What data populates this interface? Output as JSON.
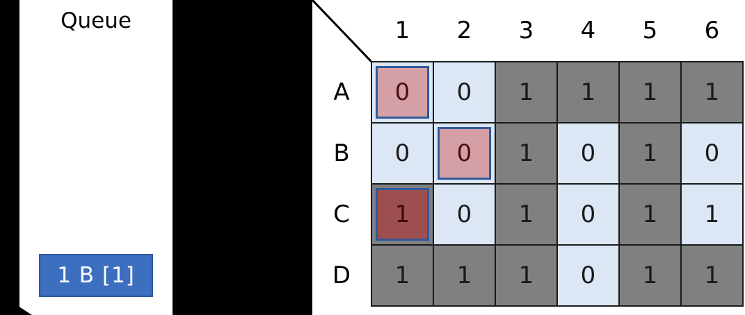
{
  "queue": {
    "title": "Queue",
    "items": [
      {
        "label": "1 B [1]"
      }
    ]
  },
  "grid": {
    "column_headers": [
      "1",
      "2",
      "3",
      "4",
      "5",
      "6"
    ],
    "row_headers": [
      "A",
      "B",
      "C",
      "D"
    ],
    "rows": [
      {
        "header": "A",
        "cells": [
          {
            "value": "0",
            "state": "zero",
            "highlight": "light"
          },
          {
            "value": "0",
            "state": "zero",
            "highlight": "none"
          },
          {
            "value": "1",
            "state": "one",
            "highlight": "none"
          },
          {
            "value": "1",
            "state": "one",
            "highlight": "none"
          },
          {
            "value": "1",
            "state": "one",
            "highlight": "none"
          },
          {
            "value": "1",
            "state": "one",
            "highlight": "none"
          }
        ]
      },
      {
        "header": "B",
        "cells": [
          {
            "value": "0",
            "state": "zero",
            "highlight": "none"
          },
          {
            "value": "0",
            "state": "zero",
            "highlight": "light"
          },
          {
            "value": "1",
            "state": "one",
            "highlight": "none"
          },
          {
            "value": "0",
            "state": "zero",
            "highlight": "none"
          },
          {
            "value": "1",
            "state": "one",
            "highlight": "none"
          },
          {
            "value": "0",
            "state": "zero",
            "highlight": "none"
          }
        ]
      },
      {
        "header": "C",
        "cells": [
          {
            "value": "1",
            "state": "one",
            "highlight": "dark"
          },
          {
            "value": "0",
            "state": "zero",
            "highlight": "none"
          },
          {
            "value": "1",
            "state": "one",
            "highlight": "none"
          },
          {
            "value": "0",
            "state": "zero",
            "highlight": "none"
          },
          {
            "value": "1",
            "state": "one",
            "highlight": "none"
          },
          {
            "value": "1",
            "state": "zero",
            "highlight": "none"
          }
        ]
      },
      {
        "header": "D",
        "cells": [
          {
            "value": "1",
            "state": "one",
            "highlight": "none"
          },
          {
            "value": "1",
            "state": "one",
            "highlight": "none"
          },
          {
            "value": "1",
            "state": "one",
            "highlight": "none"
          },
          {
            "value": "0",
            "state": "zero",
            "highlight": "none"
          },
          {
            "value": "1",
            "state": "one",
            "highlight": "none"
          },
          {
            "value": "1",
            "state": "one",
            "highlight": "none"
          }
        ]
      }
    ]
  },
  "colors": {
    "background": "#000000",
    "panel": "#ffffff",
    "cell_one": "#808080",
    "cell_zero": "#dce7f5",
    "highlight_light": "#d4a0a5",
    "highlight_dark": "#9d4f4f",
    "highlight_border": "#2f5a9e",
    "queue_item": "#3c6fbf"
  }
}
